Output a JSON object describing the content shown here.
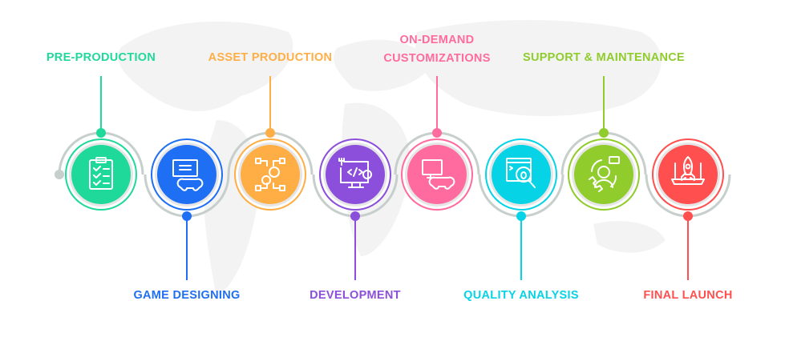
{
  "steps": [
    {
      "label": "PRE-PRODUCTION",
      "color": "#1fd99b",
      "position": "top",
      "icon": "clipboard-checklist"
    },
    {
      "label": "GAME DESIGNING",
      "color": "#1f6ff4",
      "position": "bottom",
      "icon": "screen-gamepad"
    },
    {
      "label": "ASSET PRODUCTION",
      "color": "#ffae45",
      "position": "top",
      "icon": "gears-frame"
    },
    {
      "label": "DEVELOPMENT",
      "color": "#8c4fdc",
      "position": "bottom",
      "icon": "monitor-code"
    },
    {
      "label_line1": "ON-DEMAND",
      "label_line2": "CUSTOMIZATIONS",
      "color": "#ff6b9e",
      "position": "top",
      "icon": "computer-gamepad"
    },
    {
      "label": "QUALITY ANALYSIS",
      "color": "#06d3e6",
      "position": "bottom",
      "icon": "bug-magnifier"
    },
    {
      "label": "SUPPORT & MAINTENANCE",
      "color": "#8fcc2c",
      "position": "top",
      "icon": "support-agent"
    },
    {
      "label": "FINAL LAUNCH",
      "color": "#ff4f4f",
      "position": "bottom",
      "icon": "rocket-laptop"
    }
  ],
  "connector_color": "#c6cfcc"
}
